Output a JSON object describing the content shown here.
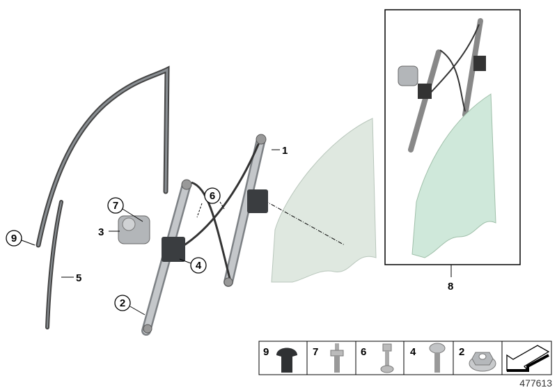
{
  "callouts": {
    "c1": "1",
    "c2": "2",
    "c3": "3",
    "c4": "4",
    "c5": "5",
    "c6": "6",
    "c7": "7",
    "c8": "8",
    "c9": "9"
  },
  "legend": {
    "items": [
      {
        "number": "9",
        "part": "plug"
      },
      {
        "number": "7",
        "part": "screw-with-collar"
      },
      {
        "number": "6",
        "part": "clip-bolt"
      },
      {
        "number": "4",
        "part": "screw"
      },
      {
        "number": "2",
        "part": "flange-nut"
      }
    ]
  },
  "diagram_number": "477613",
  "colors": {
    "glass": "#d9e6dc",
    "glass_inset": "#cfe8da",
    "rail": "#b5b8bb",
    "seal": "#555a5e"
  }
}
